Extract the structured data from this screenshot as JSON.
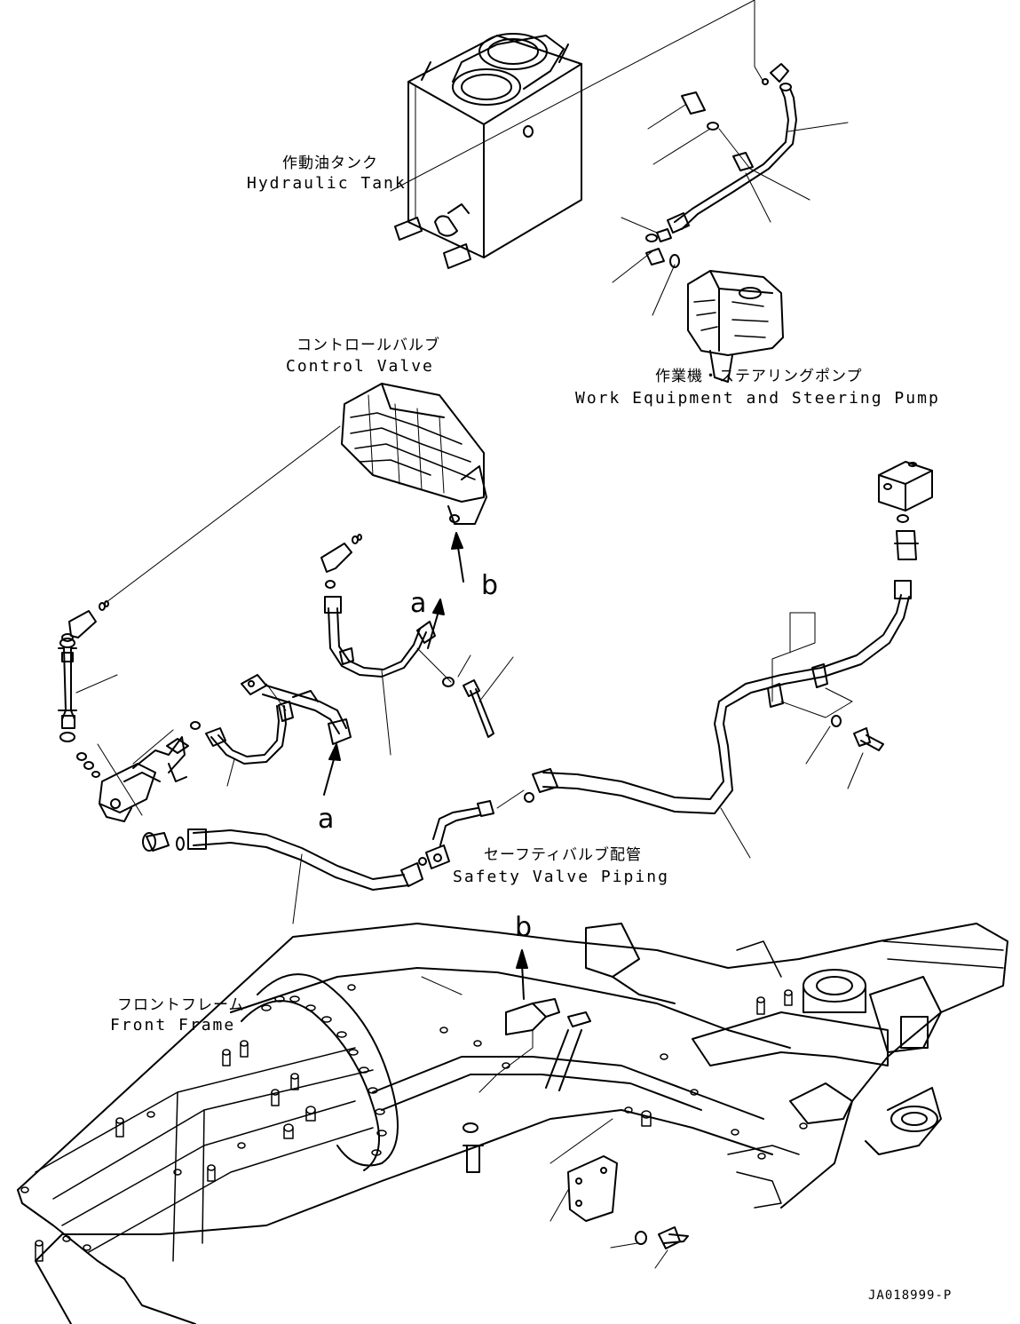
{
  "labels": {
    "hydraulic_tank_jp": "作動油タンク",
    "hydraulic_tank_en": "Hydraulic Tank",
    "control_valve_jp": "コントロールバルブ",
    "control_valve_en": "Control Valve",
    "pump_jp": "作業機・ステアリングポンプ",
    "pump_en": "Work Equipment and Steering Pump",
    "safety_valve_jp": "セーフティバルブ配管",
    "safety_valve_en": "Safety Valve Piping",
    "front_frame_jp": "フロントフレーム",
    "front_frame_en": "Front Frame"
  },
  "refs": {
    "a_upper": "a",
    "a_lower": "a",
    "b_upper": "b",
    "b_lower": "b"
  },
  "drawing_code": "JA018999-P"
}
